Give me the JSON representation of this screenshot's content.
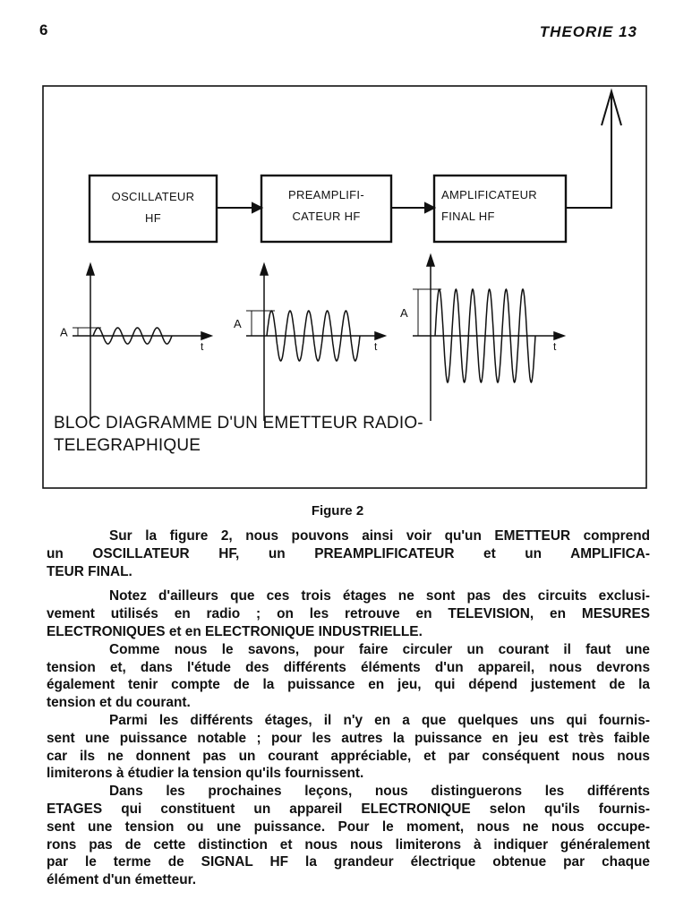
{
  "page_number": "6",
  "header": "THEORIE 13",
  "figure": {
    "blocks": [
      {
        "line1": "OSCILLATEUR",
        "line2": "HF"
      },
      {
        "line1": "PREAMPLIFI-",
        "line2": "CATEUR HF"
      },
      {
        "line1": "AMPLIFICATEUR",
        "line2": "FINAL HF"
      }
    ],
    "amplitude_label": "A",
    "time_label": "t",
    "caption_line1": "BLOC DIAGRAMME D'UN EMETTEUR RADIO-",
    "caption_line2": "TELEGRAPHIQUE",
    "label": "Figure 2"
  },
  "paragraphs": [
    {
      "lines": [
        "Sur la figure 2, nous pouvons ainsi voir qu'un EMETTEUR comprend",
        "un OSCILLATEUR HF, un PREAMPLIFICATEUR et un AMPLIFICA-",
        "TEUR FINAL."
      ]
    },
    {
      "lines": [
        "Notez d'ailleurs que ces trois étages ne sont pas des circuits exclusi-",
        "vement utilisés en radio ; on les retrouve en TELEVISION, en MESURES",
        "ELECTRONIQUES et en ELECTRONIQUE INDUSTRIELLE."
      ]
    },
    {
      "lines": [
        "Comme nous le savons, pour faire circuler un courant il faut une",
        "tension et, dans l'étude des différents éléments d'un appareil, nous devrons",
        "également tenir compte de la puissance en jeu, qui dépend justement de la",
        "tension et du courant."
      ]
    },
    {
      "lines": [
        "Parmi les différents étages, il n'y en a que quelques uns qui fournis-",
        "sent une puissance notable ; pour les autres la puissance en jeu est très faible",
        "car ils ne donnent pas un courant appréciable, et par conséquent nous nous",
        "limiterons à étudier la tension qu'ils fournissent."
      ]
    },
    {
      "lines": [
        "Dans les prochaines leçons, nous distinguerons les différents",
        "ETAGES qui constituent un appareil ELECTRONIQUE selon qu'ils fournis-",
        "sent une tension ou une puissance. Pour le moment, nous ne nous occupe-",
        "rons pas de cette distinction et nous nous limiterons à indiquer généralement",
        "par le terme de SIGNAL HF la grandeur électrique obtenue par chaque",
        "élément d'un émetteur."
      ]
    }
  ]
}
